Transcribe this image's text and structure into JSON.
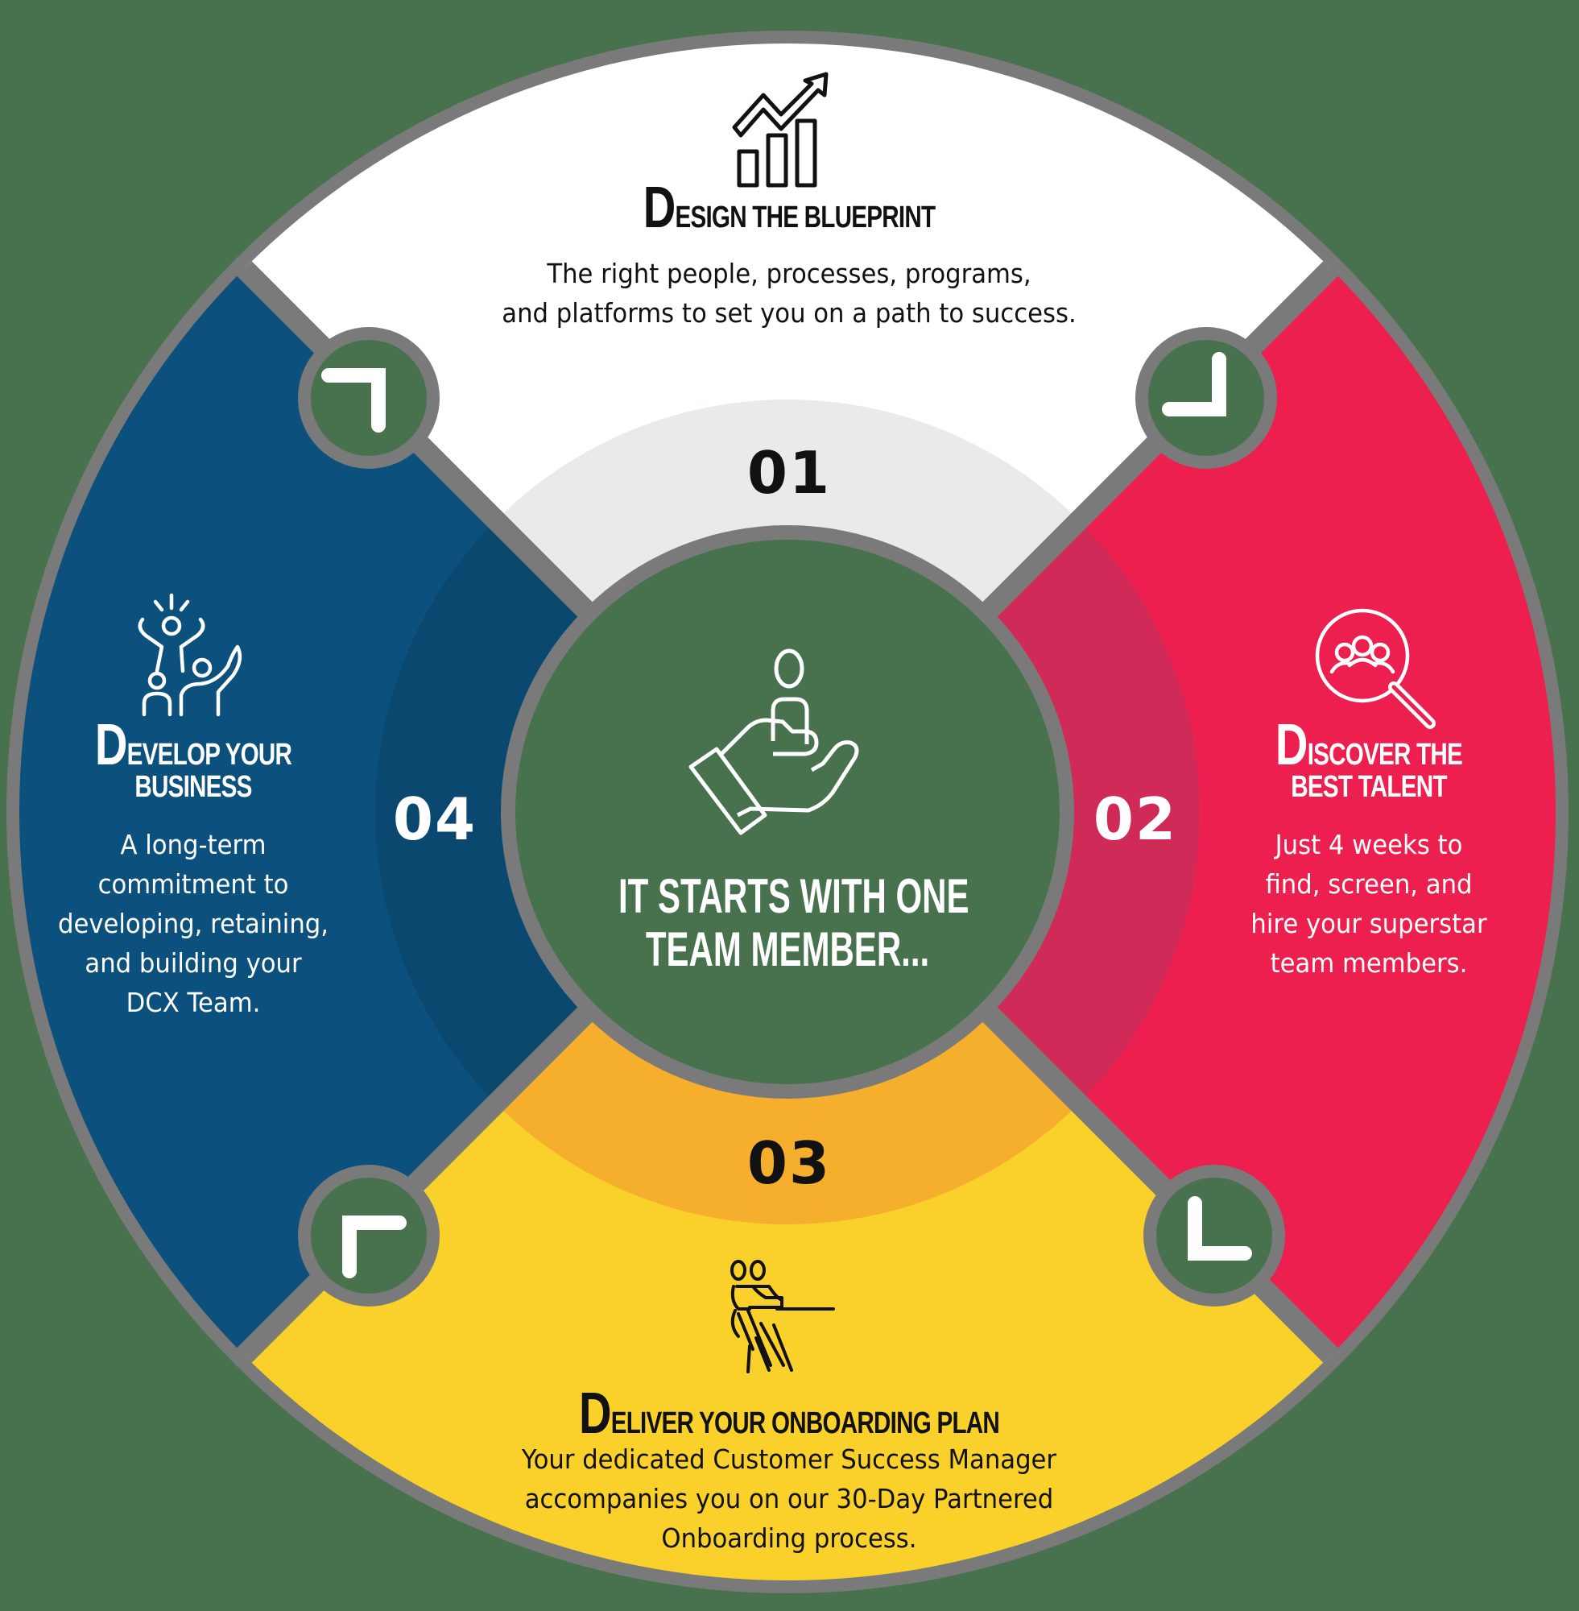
{
  "colors": {
    "background": "#48714d",
    "divider_gray": "#7a7a7a",
    "step1_outer": "#ffffff",
    "step1_inner": "#e9eaea",
    "step2_outer": "#ec1f4f",
    "step2_inner": "#cf2a58",
    "step3_outer": "#f9d12a",
    "step3_inner": "#f6ae2d",
    "step4_outer": "#0c507d",
    "step4_inner": "#0b4870",
    "center": "#48714d"
  },
  "center": {
    "icon": "hand-holding-person-icon",
    "title_line1": "IT STARTS WITH ONE",
    "title_line2": "TEAM MEMBER..."
  },
  "steps": [
    {
      "number": "01",
      "icon": "growth-chart-icon",
      "title_cap": "D",
      "title_rest": "esign the blueprint",
      "title_line2": "",
      "description": [
        "The right people, processes, programs,",
        "and platforms to set you on a path to success."
      ]
    },
    {
      "number": "02",
      "icon": "people-search-icon",
      "title_cap": "D",
      "title_rest": "iscover the",
      "title_line2": "best talent",
      "description": [
        "Just 4 weeks to",
        "find, screen, and",
        "hire your superstar",
        "team members."
      ]
    },
    {
      "number": "03",
      "icon": "tug-of-war-icon",
      "title_cap": "D",
      "title_rest": "eliver your onboarding plan",
      "title_line2": "",
      "description": [
        "Your dedicated Customer Success Manager",
        "accompanies you on our 30-Day Partnered",
        "Onboarding process."
      ]
    },
    {
      "number": "04",
      "icon": "celebrating-team-icon",
      "title_cap": "D",
      "title_rest": "evelop your",
      "title_line2": "business",
      "description": [
        "A long-term",
        "commitment to",
        "developing, retaining,",
        "and building your",
        "DCX Team."
      ]
    }
  ],
  "connectors": [
    {
      "position": "top-left",
      "icon": "corner-arrow-icon"
    },
    {
      "position": "top-right",
      "icon": "corner-arrow-icon"
    },
    {
      "position": "bottom-right",
      "icon": "corner-arrow-icon"
    },
    {
      "position": "bottom-left",
      "icon": "corner-arrow-icon"
    }
  ]
}
